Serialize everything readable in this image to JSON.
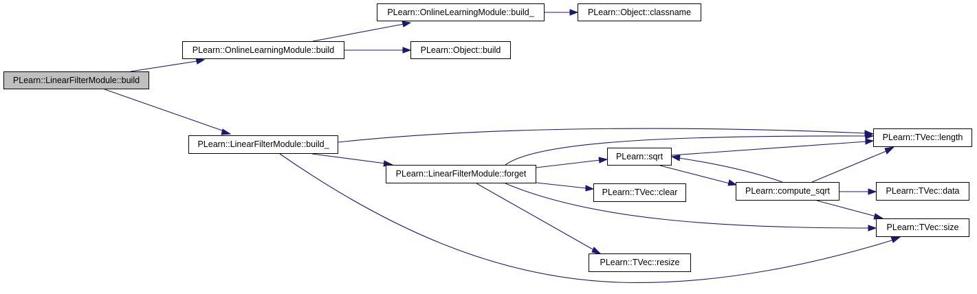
{
  "diagram": {
    "edge_color": "#191970",
    "root_fill": "#bfbfbf",
    "node_fill": "#ffffff",
    "nodes": [
      {
        "id": "lfm_build",
        "label": "PLearn::LinearFilterModule::build",
        "root": true
      },
      {
        "id": "olm_build",
        "label": "PLearn::OnlineLearningModule::build"
      },
      {
        "id": "olm_build_",
        "label": "PLearn::OnlineLearningModule::build_"
      },
      {
        "id": "obj_classname",
        "label": "PLearn::Object::classname"
      },
      {
        "id": "obj_build",
        "label": "PLearn::Object::build"
      },
      {
        "id": "lfm_build_",
        "label": "PLearn::LinearFilterModule::build_"
      },
      {
        "id": "tvec_length",
        "label": "PLearn::TVec::length"
      },
      {
        "id": "lfm_forget",
        "label": "PLearn::LinearFilterModule::forget"
      },
      {
        "id": "sqrt",
        "label": "PLearn::sqrt"
      },
      {
        "id": "tvec_clear",
        "label": "PLearn::TVec::clear"
      },
      {
        "id": "compute_sqrt",
        "label": "PLearn::compute_sqrt"
      },
      {
        "id": "tvec_data",
        "label": "PLearn::TVec::data"
      },
      {
        "id": "tvec_size",
        "label": "PLearn::TVec::size"
      },
      {
        "id": "tvec_resize",
        "label": "PLearn::TVec::resize"
      }
    ],
    "edges": [
      {
        "from": "lfm_build",
        "to": "olm_build"
      },
      {
        "from": "lfm_build",
        "to": "lfm_build_"
      },
      {
        "from": "olm_build",
        "to": "olm_build_"
      },
      {
        "from": "olm_build",
        "to": "obj_build"
      },
      {
        "from": "olm_build_",
        "to": "obj_classname"
      },
      {
        "from": "lfm_build_",
        "to": "tvec_length"
      },
      {
        "from": "lfm_build_",
        "to": "lfm_forget"
      },
      {
        "from": "lfm_build_",
        "to": "tvec_size"
      },
      {
        "from": "lfm_forget",
        "to": "tvec_length"
      },
      {
        "from": "lfm_forget",
        "to": "sqrt"
      },
      {
        "from": "lfm_forget",
        "to": "tvec_clear"
      },
      {
        "from": "lfm_forget",
        "to": "tvec_size"
      },
      {
        "from": "lfm_forget",
        "to": "tvec_resize"
      },
      {
        "from": "sqrt",
        "to": "tvec_length"
      },
      {
        "from": "sqrt",
        "to": "compute_sqrt"
      },
      {
        "from": "compute_sqrt",
        "to": "sqrt"
      },
      {
        "from": "compute_sqrt",
        "to": "tvec_length"
      },
      {
        "from": "compute_sqrt",
        "to": "tvec_data"
      },
      {
        "from": "compute_sqrt",
        "to": "tvec_size"
      }
    ]
  }
}
